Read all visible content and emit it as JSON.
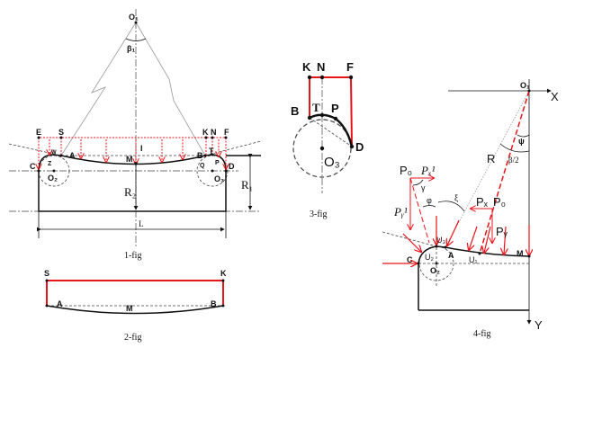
{
  "fig1": {
    "caption": "1-fig",
    "labels": {
      "O1": "O₁",
      "beta1": "β₁",
      "E": "E",
      "S": "S",
      "K": "K",
      "N": "N",
      "F": "F",
      "A": "A",
      "B": "B",
      "C": "C",
      "D": "D",
      "M": "M",
      "I": "I",
      "T": "T",
      "W": "W",
      "Z": "Z",
      "P": "P",
      "Q": "Q",
      "O2": "O₂",
      "O3": "O₃",
      "R1": "R₁",
      "R2": "R₂",
      "L": "L"
    }
  },
  "fig2": {
    "caption": "2-fig",
    "labels": {
      "S": "S",
      "K": "K",
      "A": "A",
      "B": "B",
      "M": "M"
    }
  },
  "fig3": {
    "caption": "3-fig",
    "labels": {
      "K": "K",
      "N": "N",
      "F": "F",
      "B": "B",
      "T": "T",
      "P": "P",
      "D": "D",
      "O3": "O₃"
    }
  },
  "fig4": {
    "caption": "4-fig",
    "labels": {
      "O1": "O₁",
      "X": "X",
      "Y": "Y",
      "R": "R",
      "psi": "ψ",
      "beta_half": "β/2",
      "P0a": "P₀",
      "Pxa": "Pₓ¹",
      "Pya": "Pᵧ¹",
      "gamma": "γ",
      "phi": "φ",
      "xi": "ξ",
      "Px": "Pₓ",
      "P0b": "P₀",
      "Py": "Pᵧ",
      "U3": "U₃",
      "U2": "U₂",
      "U1": "U₁",
      "A": "A",
      "C": "C",
      "O2": "O₂",
      "M": "M"
    }
  },
  "colors": {
    "force": "#e8141b",
    "line": "#111111"
  }
}
